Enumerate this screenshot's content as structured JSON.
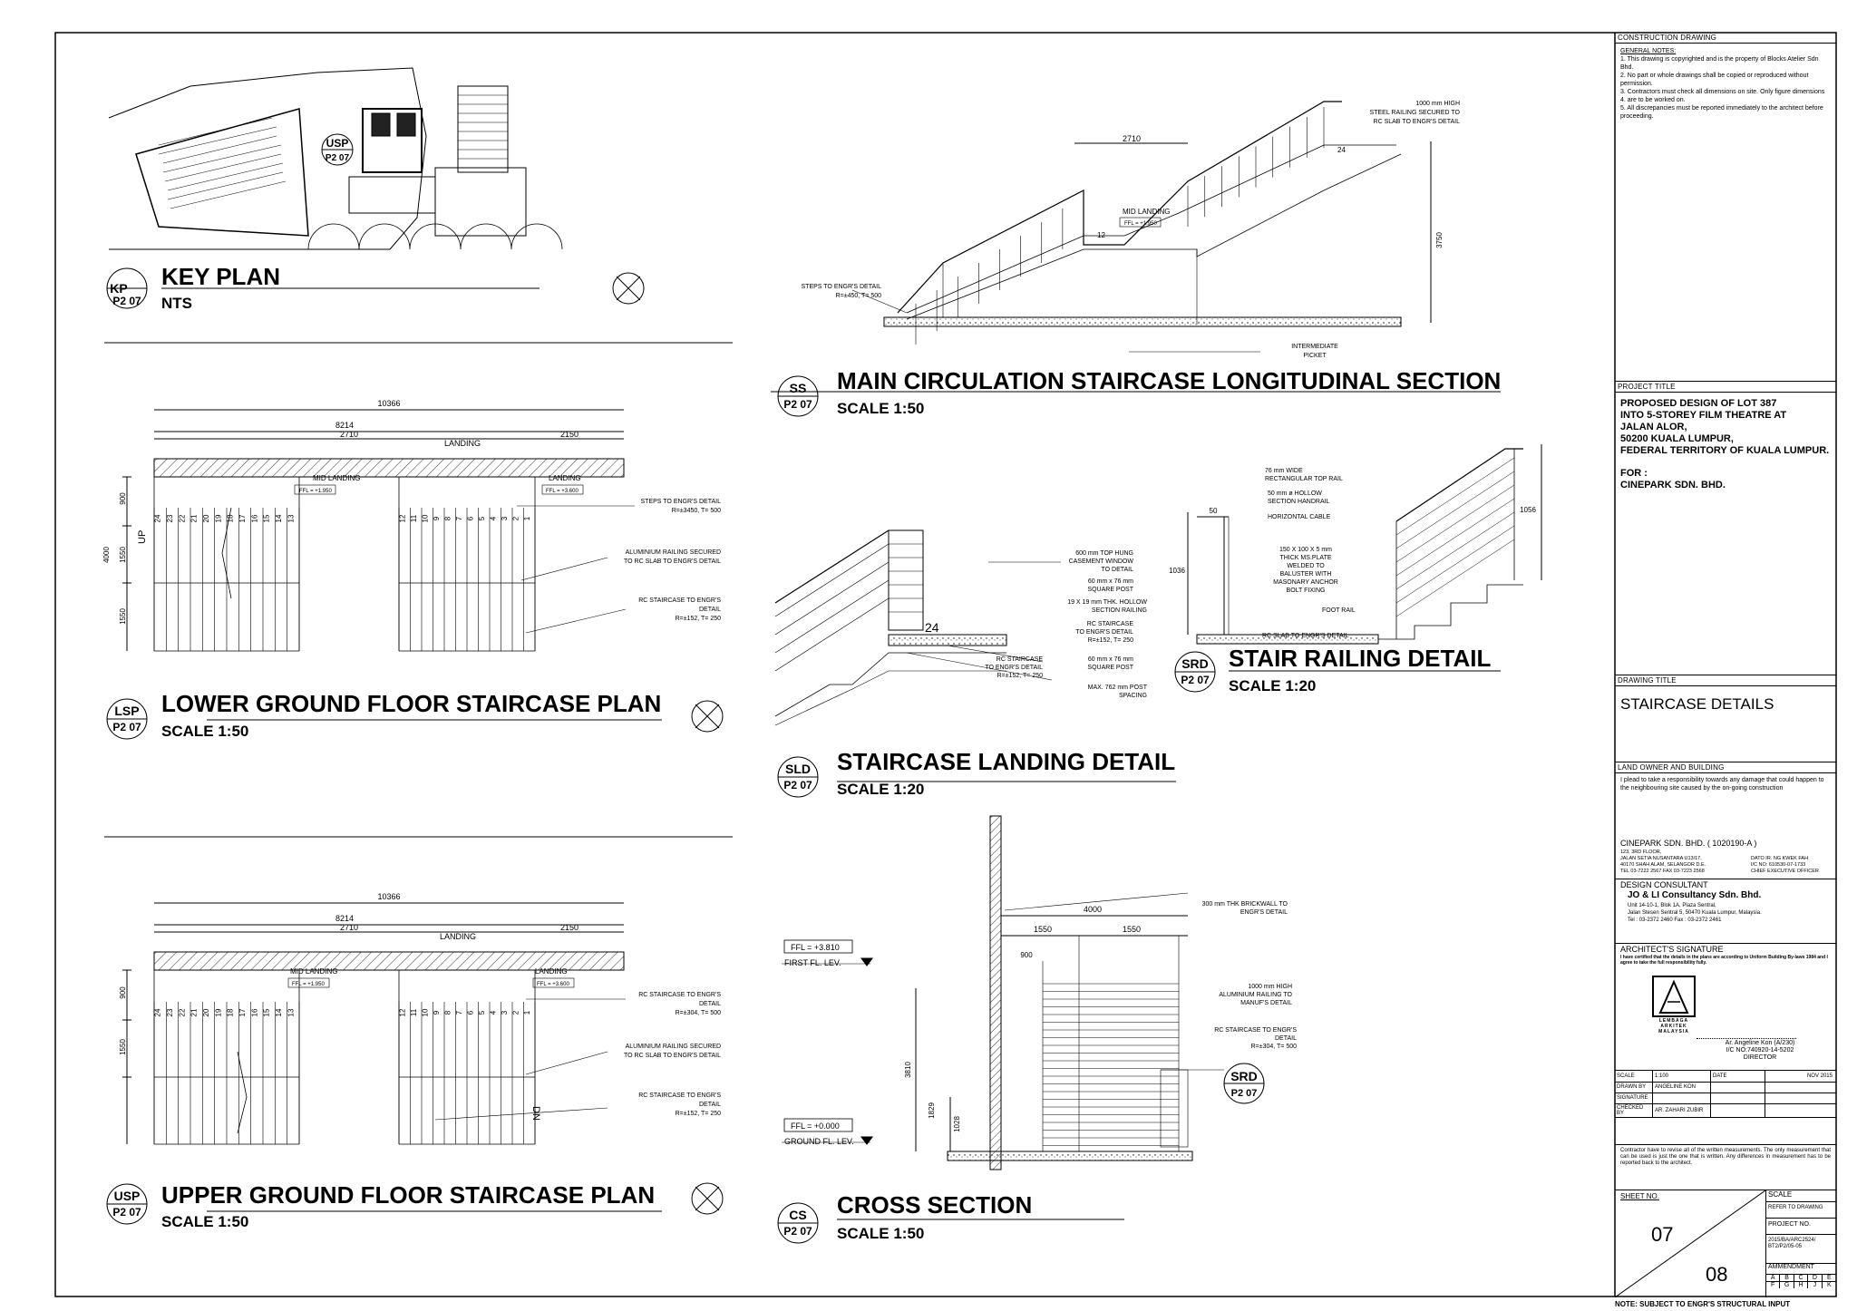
{
  "drawings": {
    "key_plan": {
      "tag": "KP",
      "ref": "P2 07",
      "title": "KEY PLAN",
      "scale": "NTS",
      "usp_tag": "USP",
      "usp_ref": "P2 07"
    },
    "lgf_plan": {
      "tag": "LSP",
      "ref": "P2 07",
      "title": "LOWER GROUND FLOOR STAIRCASE PLAN",
      "scale": "SCALE 1:50",
      "dims": [
        "10366",
        "8214",
        "2710",
        "2150",
        "900",
        "1550",
        "1550",
        "4000"
      ],
      "labels": {
        "landing": "LANDING",
        "mid_landing": "MID LANDING",
        "ffl_mid": "FFL = +1.950",
        "ffl_landing": "FFL = +3.600",
        "up": "UP"
      },
      "steps_left": [
        "24",
        "23",
        "22",
        "21",
        "20",
        "19",
        "18",
        "17",
        "16",
        "15",
        "14",
        "13"
      ],
      "steps_right": [
        "12",
        "11",
        "10",
        "9",
        "8",
        "7",
        "6",
        "5",
        "4",
        "3",
        "2",
        "1"
      ],
      "notes": [
        "STEPS TO ENGR'S DETAIL",
        "R=±3450, T= 500",
        "ALUMINIUM RAILING SECURED",
        "TO RC SLAB TO ENGR'S DETAIL",
        "RC STAIRCASE TO ENGR'S",
        "DETAIL",
        "R=±152, T= 250"
      ]
    },
    "ugf_plan": {
      "tag": "USP",
      "ref": "P2 07",
      "title": "UPPER GROUND FLOOR STAIRCASE PLAN",
      "scale": "SCALE 1:50",
      "dims": [
        "10366",
        "8214",
        "2710",
        "2150",
        "900",
        "1550"
      ],
      "labels": {
        "landing": "LANDING",
        "mid_landing": "MID LANDING",
        "ffl_mid": "FFL = +1.950",
        "ffl_landing": "FFL = +3.600",
        "dn": "DN"
      },
      "notes": [
        "RC STAIRCASE TO ENGR'S",
        "DETAIL",
        "R=±304, T= 500",
        "ALUMINIUM RAILING SECURED",
        "TO RC SLAB TO ENGR'S DETAIL",
        "RC STAIRCASE TO ENGR'S",
        "DETAIL",
        "R=±152, T= 250"
      ]
    },
    "long_section": {
      "tag": "SS",
      "ref": "P2 07",
      "title": "MAIN CIRCULATION STAIRCASE LONGITUDINAL SECTION",
      "scale": "SCALE 1:50",
      "dims": [
        "2710",
        "3750"
      ],
      "labels": {
        "mid_landing": "MID LANDING",
        "ffl": "FFL = +1.950",
        "n12": "12",
        "n24": "24"
      },
      "notes": [
        "1000 mm HIGH",
        "STEEL RAILING SECURED TO",
        "RC SLAB TO ENGR'S DETAIL",
        "STEPS TO ENGR'S DETAIL",
        "R=±450, T= 500",
        "INTERMEDIATE",
        "PICKET"
      ]
    },
    "landing_detail": {
      "tag": "SLD",
      "ref": "P2 07",
      "title": "STAIRCASE LANDING DETAIL",
      "scale": "SCALE 1:20",
      "n24": "24",
      "notes": [
        "600 mm TOP HUNG",
        "CASEMENT WINDOW",
        "TO DETAIL",
        "60 mm x 76 mm",
        "SQUARE POST",
        "19 X 19 mm THK. HOLLOW",
        "SECTION RAILING",
        "RC STAIRCASE",
        "TO ENGR'S DETAIL",
        "R=±152, T= 250",
        "RC STAIRCASE",
        "TO ENGR'S DETAIL",
        "R=±152, T= 250",
        "60 mm x 76 mm",
        "SQUARE POST",
        "MAX. 762 mm POST",
        "SPACING"
      ]
    },
    "railing_detail": {
      "tag": "SRD",
      "ref": "P2 07",
      "title": "STAIR RAILING DETAIL",
      "scale": "SCALE 1:20",
      "dims": [
        "50",
        "1036",
        "1056"
      ],
      "notes": [
        "76 mm WIDE",
        "RECTANGULAR TOP RAIL",
        "50 mm ø HOLLOW",
        "SECTION HANDRAIL",
        "HORIZONTAL CABLE",
        "150 X 100 X 5 mm",
        "THICK MS.PLATE",
        "WELDED TO",
        "BALUSTER WITH",
        "MASONARY ANCHOR",
        "BOLT FIXING",
        "FOOT RAIL",
        "RC SLAB TO ENGR'S DETAIL"
      ]
    },
    "cross_section": {
      "tag": "CS",
      "ref": "P2 07",
      "title": "CROSS SECTION",
      "scale": "SCALE 1:50",
      "dims": [
        "4000",
        "1550",
        "1550",
        "900",
        "3810",
        "1829",
        "1028"
      ],
      "levels": {
        "first_ffl": "FFL = +3.810",
        "first_lbl": "FIRST FL. LEV.",
        "ground_ffl": "FFL = +0.000",
        "ground_lbl": "GROUND FL. LEV."
      },
      "srd_tag": "SRD",
      "srd_ref": "P2 07",
      "notes": [
        "300 mm THK BRICKWALL TO",
        "ENGR'S DETAIL",
        "1000 mm HIGH",
        "ALUMINIUM RAILING TO",
        "MANUF'S DETAIL",
        "RC STAIRCASE TO ENGR'S",
        "DETAIL",
        "R=±304, T= 500"
      ]
    }
  },
  "title_block": {
    "construction_drawing": "CONSTRUCTION DRAWING",
    "general_notes_heading": "GENERAL NOTES:",
    "general_notes": [
      "1.   This drawing is copyrighted and is the property of Blocks Atelier Sdn Bhd.",
      "2.   No part or whole drawings shall be copied or reproduced without",
      "      permission.",
      "3.   Contractors must check all dimensions on site. Only figure dimensions",
      "4.   are to be worked on.",
      "5.   All discrepancies must be reported immediately to the architect before",
      "      proceeding."
    ],
    "project_title_label": "PROJECT TITLE",
    "project_title": [
      "PROPOSED DESIGN OF LOT 387",
      "INTO 5-STOREY FILM THEATRE AT",
      "JALAN ALOR,",
      "50200 KUALA LUMPUR,",
      "FEDERAL TERRITORY OF KUALA LUMPUR."
    ],
    "for_label": "FOR :",
    "client": "CINEPARK SDN. BHD.",
    "drawing_title_label": "DRAWING TITLE",
    "drawing_title": "STAIRCASE DETAILS",
    "land_owner_label": "LAND OWNER AND BUILDING",
    "land_owner_text": "I plead to take a responsibility towards any damage that could happen to the neighbouring site caused by the on-going construction",
    "owner_company": "CINEPARK SDN. BHD. ( 1020190-A )",
    "owner_address": [
      "123, 3RD FLOOR,",
      "JALAN SETIA NUSANTARA U13/17,",
      "40170 SHAH ALAM, SELANGOR D.E.",
      "TEL 03-7222 2567  FAX 03-7223 2568"
    ],
    "owner_person": [
      "DATO IR. NG KWEK FAH",
      "I/C NO: 610530-07-1733",
      "CHIEF EXECUTIVE OFFICER"
    ],
    "design_consultant_label": "DESIGN CONSULTANT",
    "consultant_name": "JO & LI Consultancy Sdn. Bhd.",
    "consultant_address": [
      "Unit 14-10-1, Blok 1A, Plaza Sentral,",
      "Jalan Stesen Sentral 5, 50470 Kuala Lumpur, Malaysia.",
      "Tel : 03-2372 2460      Fax : 03-2372 2461"
    ],
    "architect_sig_label": "ARCHITECT'S SIGNATURE",
    "architect_cert": "I have certified that the details in the plans are according to Uniform Building By-laws 1984 and I agree to take the full responsibility fully.",
    "stamp_text": [
      "LEMBAGA",
      "ARKITEK",
      "MALAYSIA"
    ],
    "architect": [
      "Ar. Angeline Kon (A/230)",
      "I/C NO:740920-14-5202",
      "DIRECTOR"
    ],
    "meta_rows": [
      {
        "label": "SCALE",
        "value": "1:100",
        "label2": "DATE",
        "value2": "NOV 2015"
      },
      {
        "label": "DRAWN BY",
        "value": "ANGELINE KON",
        "label2": "",
        "value2": ""
      },
      {
        "label": "SIGNATURE",
        "value": "",
        "label2": "",
        "value2": ""
      },
      {
        "label": "CHECKED BY",
        "value": "AR. ZAHARI ZUBIR",
        "label2": "",
        "value2": ""
      }
    ],
    "contractor_note": "Contractor have to revise all of the written measurements. The only measurement that can be used is just the one that is written. Any differences in measurement has to be reported back to the architect.",
    "sheet_no_label": "SHEET NO.",
    "sheet_no": "07",
    "sheet_total": "08",
    "scale_label": "SCALE",
    "refer": "REFER TO DRAWING",
    "project_no_label": "PROJECT NO.",
    "project_no": [
      "2015/BA/ARC2524/",
      "BT2/P2/05-05"
    ],
    "amendment_label": "AMMENDMENT",
    "amendments": [
      "A",
      "B",
      "C",
      "D",
      "E",
      "F",
      "G",
      "H",
      "J",
      "K"
    ],
    "footer_note": "NOTE: SUBJECT TO ENGR'S STRUCTURAL INPUT"
  }
}
